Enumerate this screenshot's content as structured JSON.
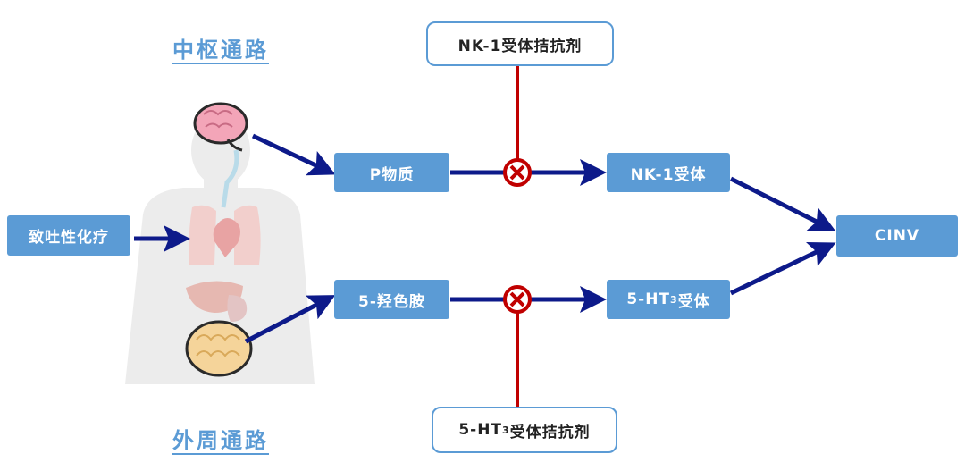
{
  "labels": {
    "central_path": "中枢通路",
    "peripheral_path": "外周通路"
  },
  "nodes": {
    "chemo": "致吐性化疗",
    "substance_p": "P物质",
    "serotonin": "5-羟色胺",
    "nk1_receptor": "NK-1受体",
    "ht3_receptor": {
      "prefix": "5-HT",
      "sub": "3",
      "suffix": "受体"
    },
    "cinv": "CINV",
    "nk1_antagonist": "NK-1受体拮抗剂",
    "ht3_antagonist": {
      "prefix": "5-HT",
      "sub": "3",
      "suffix": "受体拮抗剂"
    }
  },
  "colors": {
    "box_fill": "#5b9bd5",
    "arrow": "#0d1a8a",
    "inhibit_line": "#c00000",
    "silhouette": "#ececec"
  },
  "icons": [
    "brain-icon",
    "lungs-icon",
    "heart-icon",
    "liver-icon",
    "stomach-icon",
    "intestine-icon",
    "inhibit-x-icon"
  ]
}
